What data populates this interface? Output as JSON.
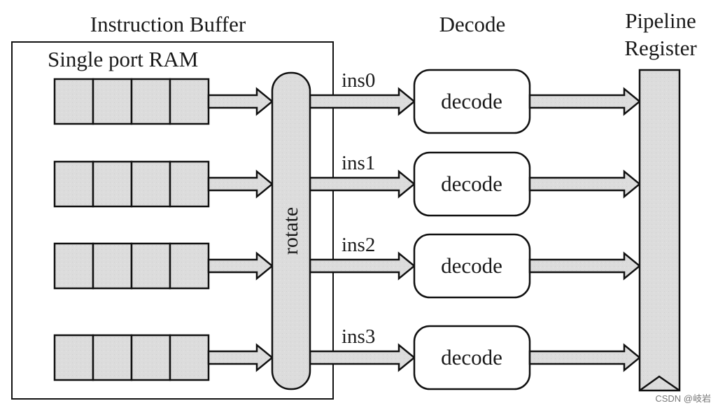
{
  "headers": {
    "instruction_buffer": "Instruction Buffer",
    "single_port_ram": "Single port RAM",
    "decode": "Decode",
    "pipeline_line1": "Pipeline",
    "pipeline_line2": "Register"
  },
  "rotate_label": "rotate",
  "lanes": [
    {
      "ins": "ins0",
      "decode": "decode"
    },
    {
      "ins": "ins1",
      "decode": "decode"
    },
    {
      "ins": "ins2",
      "decode": "decode"
    },
    {
      "ins": "ins3",
      "decode": "decode"
    }
  ],
  "ram_cells_per_row": 4,
  "watermark": "CSDN @岐岩",
  "colors": {
    "fill": "#d9d9d9",
    "stroke": "#111111",
    "background": "#ffffff"
  }
}
